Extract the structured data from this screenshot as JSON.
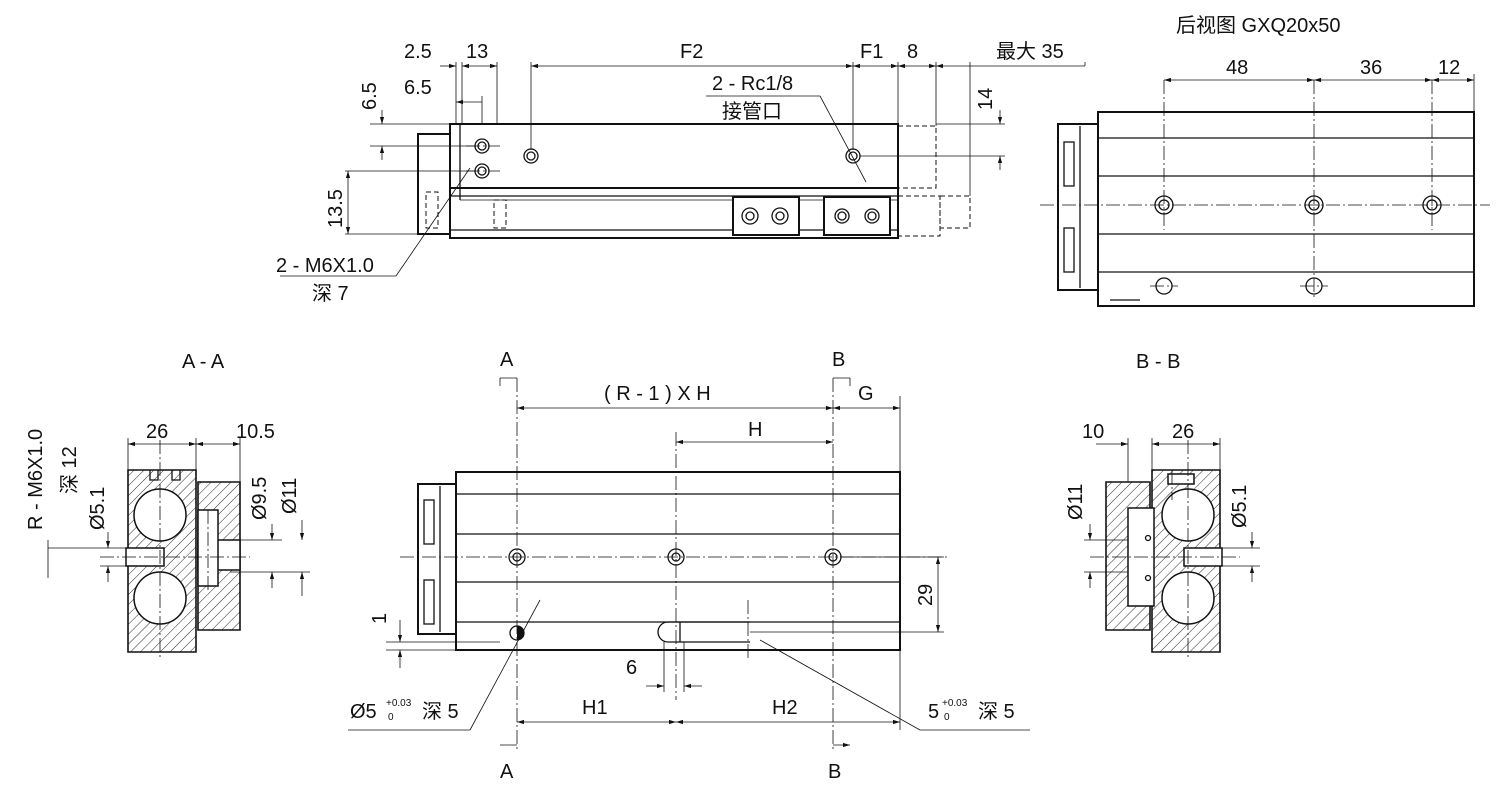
{
  "side_view": {
    "dims": {
      "d_2_5": "2.5",
      "d_13": "13",
      "d_F2": "F2",
      "d_F1": "F1",
      "d_8": "8",
      "d_max35": "最大 35",
      "d_6_5_v": "6.5",
      "d_6_5_h": "6.5",
      "d_14": "14",
      "d_13_5": "13.5"
    },
    "callout_port": [
      "2 - Rc1/8",
      "接管口"
    ],
    "callout_thread": [
      "2 - M6X1.0",
      "深 7"
    ]
  },
  "rear_view": {
    "title": "后视图 GXQ20x50",
    "dims": {
      "d_48": "48",
      "d_36": "36",
      "d_12": "12"
    }
  },
  "section_aa": {
    "title": "A - A",
    "dims": {
      "d_26": "26",
      "d_10_5": "10.5",
      "d_9_5": "Ø9.5",
      "d_11": "Ø11",
      "d_5_1": "Ø5.1"
    },
    "callout_thread": [
      "R - M6X1.0",
      "深 12"
    ]
  },
  "section_bb": {
    "title": "B - B",
    "dims": {
      "d_10": "10",
      "d_26": "26",
      "d_11": "Ø11",
      "d_5_1": "Ø5.1"
    }
  },
  "bottom_view": {
    "labels": {
      "A_top": "A",
      "B_top": "B",
      "A_bot": "A",
      "B_bot": "B"
    },
    "dims": {
      "d_RH": "( R - 1 ) X H",
      "d_G": "G",
      "d_H": "H",
      "d_29": "29",
      "d_1": "1",
      "d_6": "6",
      "d_H1": "H1",
      "d_H2": "H2"
    },
    "pin_hole": {
      "prefix": "Ø5",
      "tol_up": "+0.03",
      "tol_low": "0",
      "suffix": "深 5"
    },
    "slot": {
      "prefix": "5",
      "tol_up": "+0.03",
      "tol_low": "0",
      "suffix": "深 5"
    }
  }
}
